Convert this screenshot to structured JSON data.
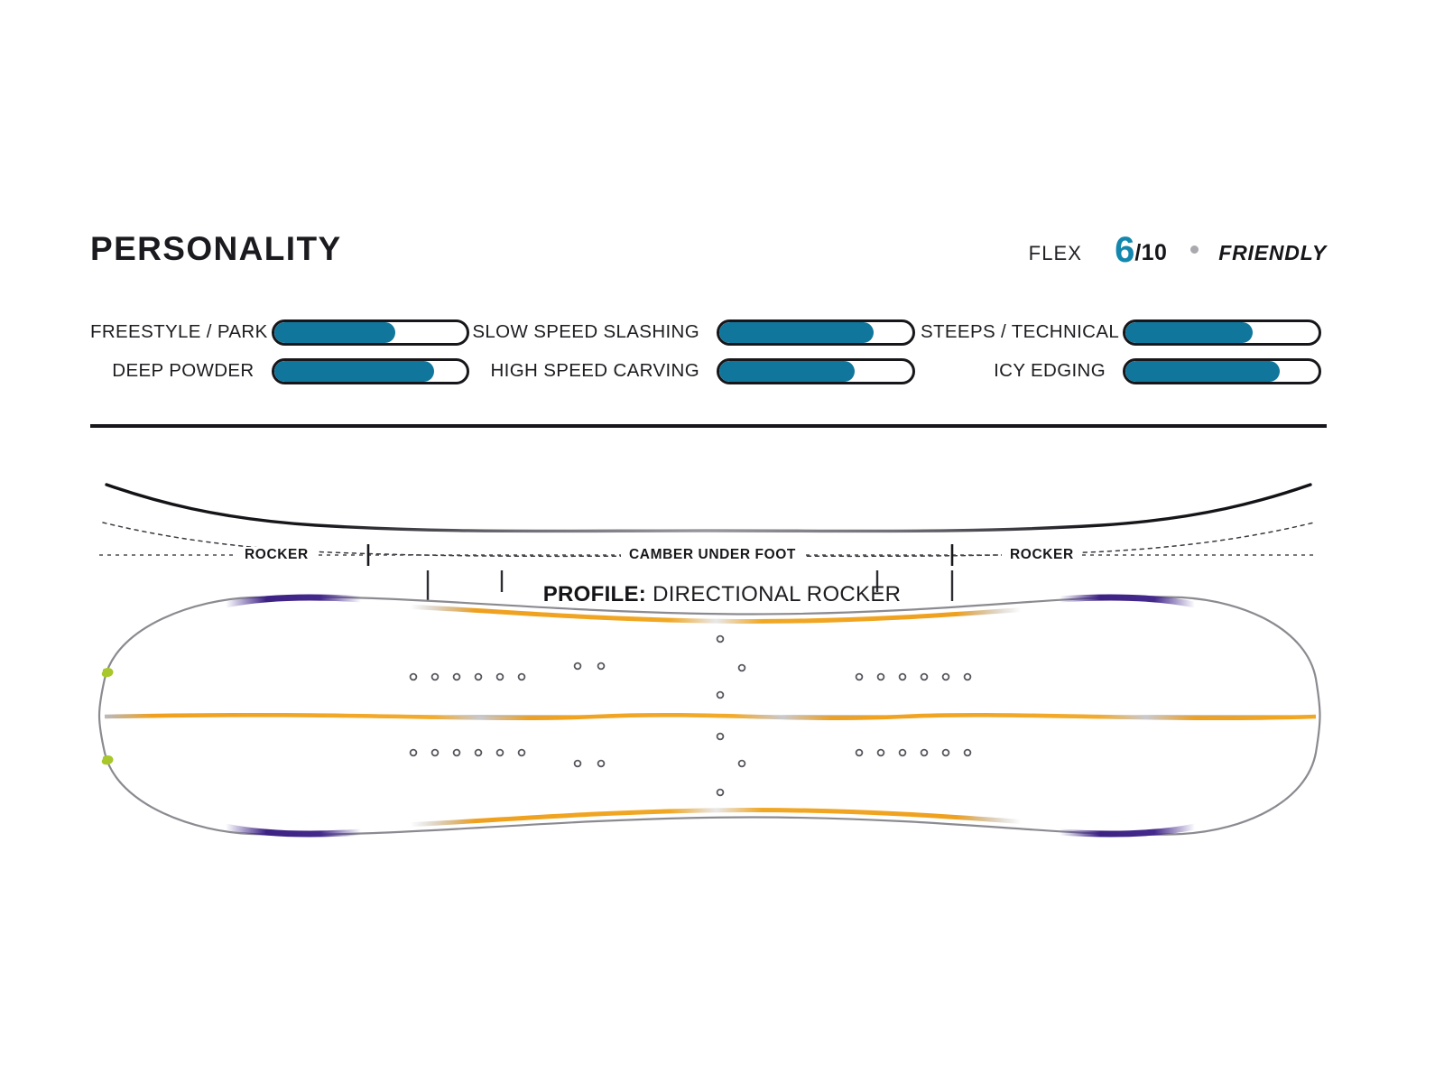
{
  "header": {
    "title": "PERSONALITY",
    "flex_label": "FLEX",
    "flex_value": "6",
    "flex_max": "/10",
    "flex_word": "FRIENDLY",
    "accent_color": "#1387ad",
    "dot_color": "#a9a9ae"
  },
  "ratings": {
    "fill_color": "#10769c",
    "track_color": "#ffffff",
    "border_color": "#17171b",
    "items": [
      {
        "label": "FREESTYLE / PARK",
        "value": 63,
        "max": 100,
        "column": 1,
        "row": 1
      },
      {
        "label": "DEEP POWDER",
        "value": 83,
        "max": 100,
        "column": 1,
        "row": 2
      },
      {
        "label": "SLOW SPEED SLASHING",
        "value": 80,
        "max": 100,
        "column": 2,
        "row": 1
      },
      {
        "label": "HIGH SPEED CARVING",
        "value": 70,
        "max": 100,
        "column": 2,
        "row": 2
      },
      {
        "label": "STEEPS / TECHNICAL",
        "value": 66,
        "max": 100,
        "column": 3,
        "row": 1
      },
      {
        "label": "ICY EDGING",
        "value": 80,
        "max": 100,
        "column": 3,
        "row": 2
      }
    ]
  },
  "profile": {
    "zones": [
      {
        "name": "rocker-left",
        "label": "ROCKER"
      },
      {
        "name": "camber",
        "label": "CAMBER UNDER FOOT"
      },
      {
        "name": "rocker-right",
        "label": "ROCKER"
      }
    ],
    "caption_key": "PROFILE:",
    "caption_value": "DIRECTIONAL ROCKER"
  },
  "board": {
    "outline_color": "#8a8a90",
    "stripe_color": "#efa01e",
    "tip_accent_color": "#442a8c",
    "nose_mark_color": "#a8c72b",
    "insert_color": "#55555c"
  }
}
